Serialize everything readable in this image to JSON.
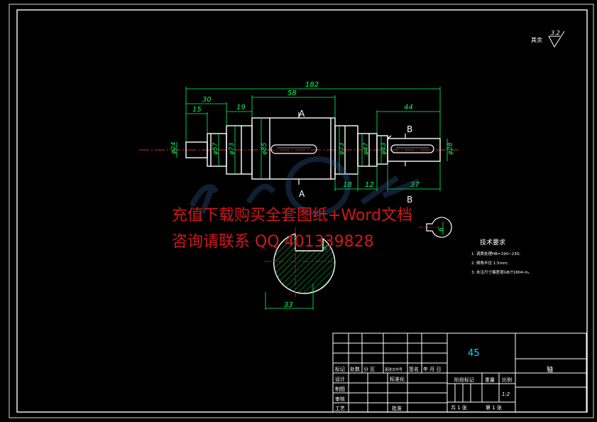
{
  "surface_finish": {
    "label": "其余",
    "value": "3.2"
  },
  "dimensions": {
    "total_length": "182",
    "d30": "30",
    "d15": "15",
    "d19": "19",
    "d58": "58",
    "d44": "44",
    "d18": "18",
    "d12": "12",
    "d37": "37",
    "d33": "33",
    "d6": "6",
    "d8": "8"
  },
  "diameters": {
    "phi24": "φ24",
    "phi57": "φ57",
    "phi73a": "φ73",
    "phi85": "φ85",
    "phi73b": "φ73",
    "phi47": "φ47",
    "phi43": "φ43",
    "phi28": "φ28"
  },
  "section_marks": {
    "a_top": "A",
    "a_bottom": "A",
    "b_top": "B",
    "b_bottom": "B"
  },
  "tech_requirements": {
    "title": "技术要求",
    "items": [
      "1. 调质处理HB=190~230;",
      "2. 倒角半径 1.5mm;",
      "3. 未注尺寸偏差按GB/T1804-m。"
    ]
  },
  "watermark": {
    "line1": "充值下载购买全套图纸+Word文档",
    "line2": "咨询请联系  QQ 401339828"
  },
  "title_block": {
    "material": "45",
    "part_name": "轴",
    "row_labels": [
      "标记",
      "处数",
      "分 区",
      "更改文件号",
      "签名",
      "年 月 日"
    ],
    "left_labels": [
      "设计",
      "制图",
      "审核",
      "工艺"
    ],
    "standardize": "标准化",
    "approve": "批准",
    "stage_mark": "阶段标记",
    "weight": "重量",
    "scale": "比例",
    "scale_value": "1:2",
    "sheet_total": "共 1 张",
    "sheet_no": "第 1 张"
  }
}
